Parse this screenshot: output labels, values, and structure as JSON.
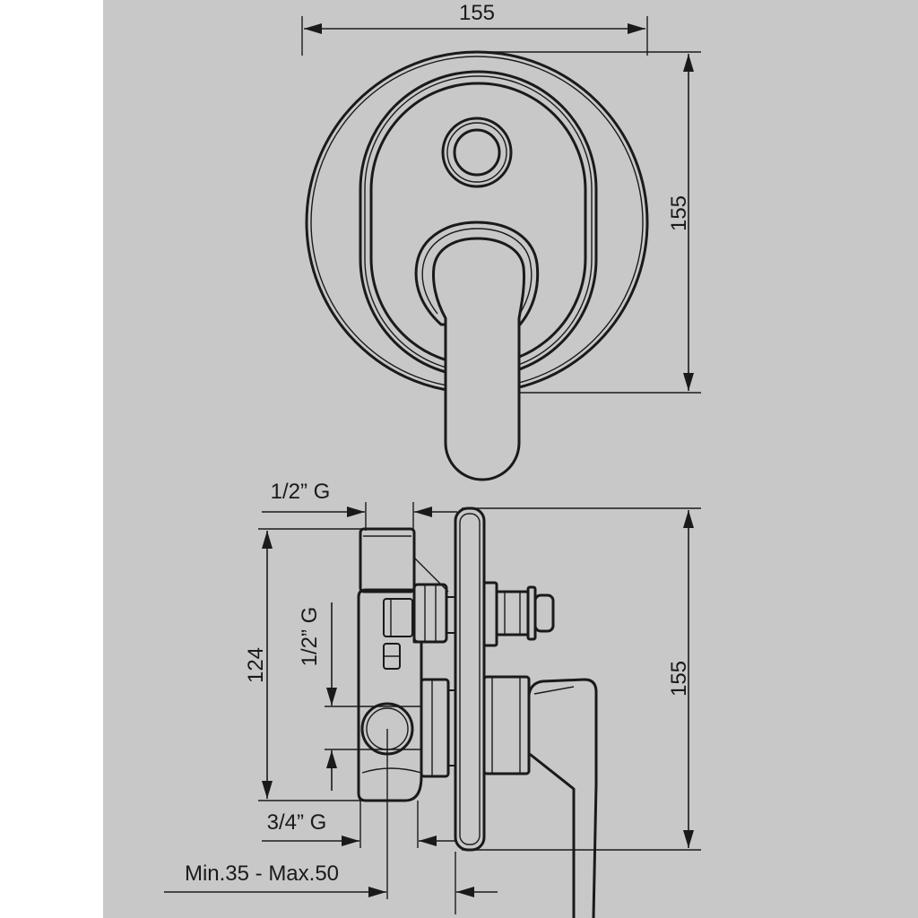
{
  "drawing": {
    "top_view": {
      "width_label": "155",
      "height_label": "155"
    },
    "side_view": {
      "top_inlet_label": "1/2” G",
      "side_inlet_label": "1/2” G",
      "body_height_label": "124",
      "plate_height_label": "155",
      "outlet_label": "3/4” G",
      "depth_label": "Min.35 - Max.50"
    }
  },
  "colors": {
    "background": "#c8c8c8",
    "margin": "#ffffff",
    "line": "#1a1a1a"
  }
}
